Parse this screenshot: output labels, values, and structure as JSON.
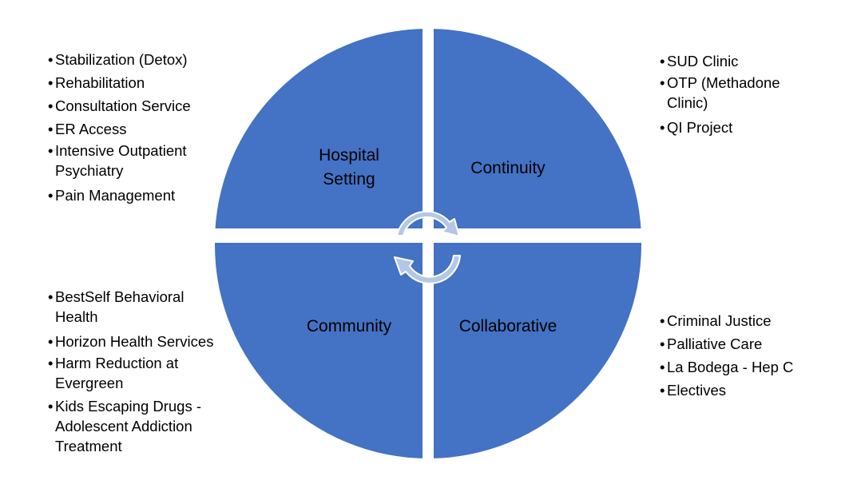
{
  "colors": {
    "quadrant_fill": "#4472c4",
    "arrow_fill": "#b4c7e7",
    "arrow_stroke": "#ffffff",
    "background": "#ffffff"
  },
  "quadrants": [
    {
      "id": "hospital",
      "label_lines": [
        "Hospital",
        "Setting"
      ],
      "items": [
        "Stabilization (Detox)",
        "Rehabilitation",
        "Consultation Service",
        "ER Access",
        "Intensive Outpatient Psychiatry",
        "Pain Management"
      ]
    },
    {
      "id": "continuity",
      "label_lines": [
        "Continuity"
      ],
      "items": [
        "SUD Clinic",
        "OTP (Methadone Clinic)",
        "QI Project"
      ]
    },
    {
      "id": "community",
      "label_lines": [
        "Community"
      ],
      "items": [
        "BestSelf Behavioral Health",
        "Horizon Health Services",
        "Harm Reduction at Evergreen",
        "Kids Escaping Drugs - Adolescent Addiction Treatment"
      ]
    },
    {
      "id": "collaborative",
      "label_lines": [
        "Collaborative"
      ],
      "items": [
        "Criminal Justice",
        "Palliative Care",
        "La Bodega - Hep C",
        "Electives"
      ]
    }
  ],
  "center_icons": [
    "cycle-arrow-clockwise-top",
    "cycle-arrow-clockwise-bottom"
  ]
}
